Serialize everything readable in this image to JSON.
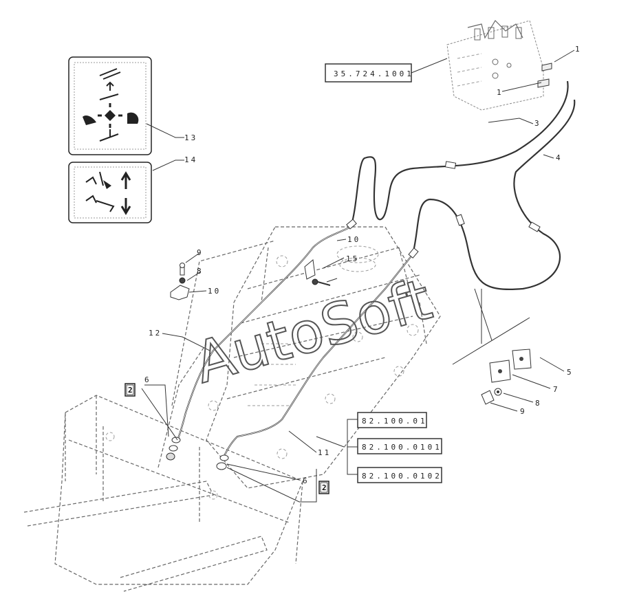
{
  "references": {
    "valve_ref": "35.724.1001",
    "ref_a": "82.100.01",
    "ref_b": "82.100.0101",
    "ref_c": "82.100.0102"
  },
  "callouts": {
    "c1a": "1",
    "c1b": "1",
    "c3": "3",
    "c4": "4",
    "c5": "5",
    "c6a": "6",
    "c6b": "6",
    "c7": "7",
    "c8a": "8",
    "c8b": "8",
    "c9a": "9",
    "c9b": "9",
    "c10a": "10",
    "c10b": "10",
    "c11": "11",
    "c12": "12",
    "c13": "13",
    "c14": "14",
    "c15": "15"
  },
  "boxed_refs": {
    "b2a": "2",
    "b2b": "2"
  },
  "watermark": "AutoSoft"
}
